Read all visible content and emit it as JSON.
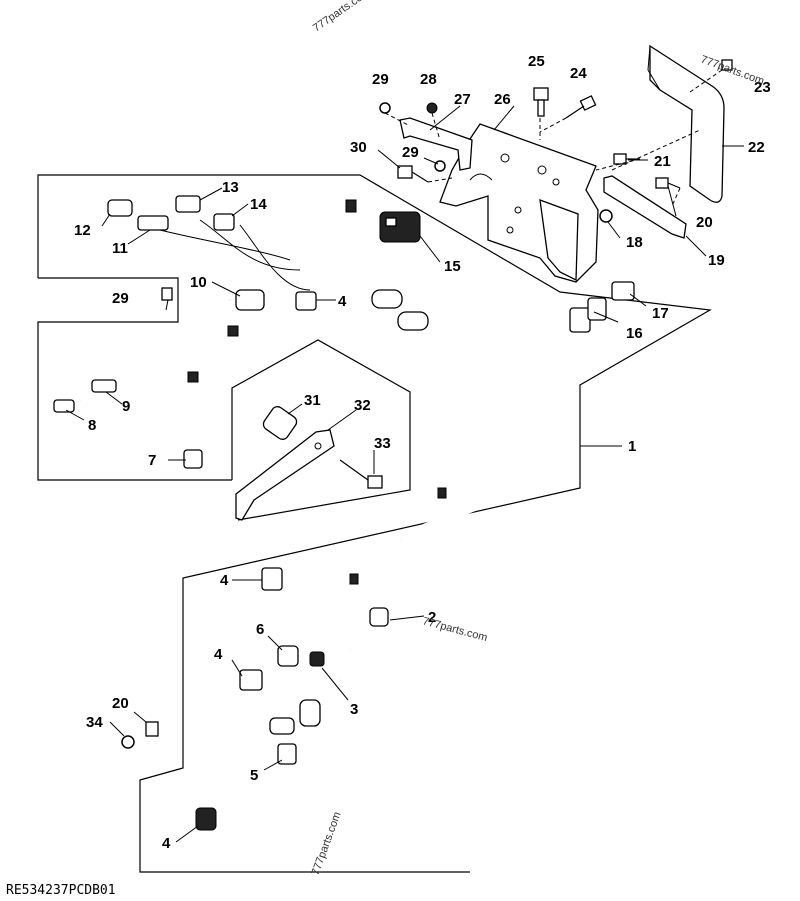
{
  "diagram": {
    "drawing_code": "RE534237PCDB01",
    "watermarks": [
      "777parts.com",
      "777parts.com",
      "777parts.com",
      "777parts.com"
    ],
    "callouts": {
      "c1": "1",
      "c2": "2",
      "c3": "3",
      "c4a": "4",
      "c4b": "4",
      "c4c": "4",
      "c4d": "4",
      "c5": "5",
      "c6": "6",
      "c7": "7",
      "c8": "8",
      "c9": "9",
      "c10": "10",
      "c11": "11",
      "c12": "12",
      "c13": "13",
      "c14": "14",
      "c15": "15",
      "c16": "16",
      "c17": "17",
      "c18": "18",
      "c19": "19",
      "c20a": "20",
      "c20b": "20",
      "c21": "21",
      "c22": "22",
      "c23": "23",
      "c24": "24",
      "c25": "25",
      "c26": "26",
      "c27": "27",
      "c28": "28",
      "c29a": "29",
      "c29b": "29",
      "c29c": "29",
      "c30": "30",
      "c31": "31",
      "c32": "32",
      "c33": "33",
      "c34": "34"
    }
  }
}
